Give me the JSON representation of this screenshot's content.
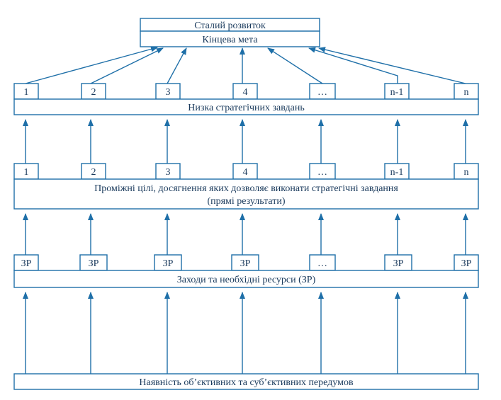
{
  "colors": {
    "line": "#1e6fa8",
    "text": "#1a3a5c"
  },
  "top": {
    "line1": "Сталий розвиток",
    "line2": "Кінцева мета"
  },
  "tasks": {
    "labels": [
      "1",
      "2",
      "3",
      "4",
      "…",
      "n-1",
      "n"
    ],
    "bar": "Низка стратегічних завдань"
  },
  "goals": {
    "labels": [
      "1",
      "2",
      "3",
      "4",
      "…",
      "n-1",
      "n"
    ],
    "bar_line1": "Проміжні цілі, досягнення яких дозволяє виконати стратегічні завдання",
    "bar_line2": "(прямі результати)"
  },
  "measures": {
    "labels": [
      "ЗР",
      "ЗР",
      "ЗР",
      "ЗР",
      "…",
      "ЗР",
      "ЗР"
    ],
    "bar": "Заходи та необхідні ресурси (ЗР)"
  },
  "base": {
    "bar": "Наявність об’єктивних та суб’єктивних передумов"
  }
}
